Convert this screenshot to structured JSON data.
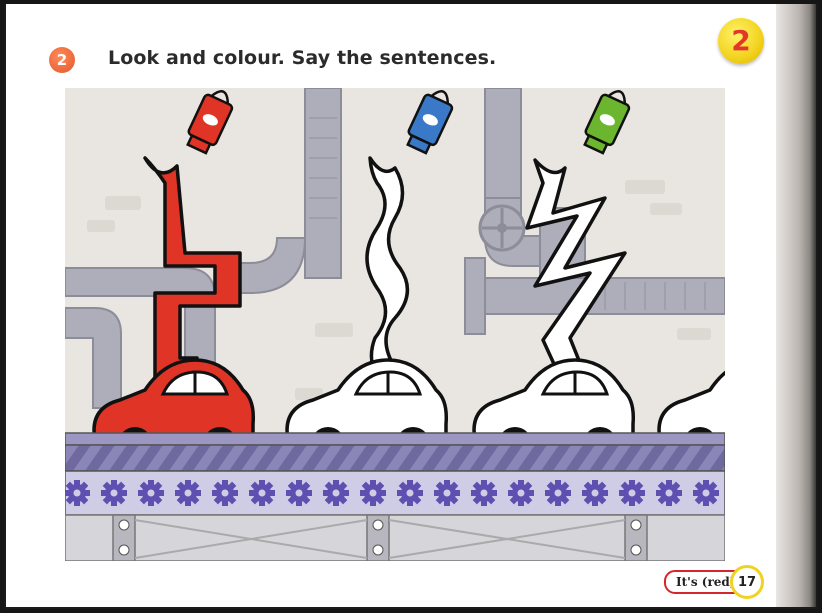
{
  "unit_badge": "2",
  "exercise": {
    "number": "2",
    "instruction": "Look and colour. Say the sentences."
  },
  "illustration": {
    "cars": [
      {
        "color": "#e03426",
        "tube_color": "#e03426",
        "paint": "red zigzag path",
        "colored": true
      },
      {
        "color": "#ffffff",
        "tube_color": "#3a78c8",
        "paint": "wavy path",
        "colored": false
      },
      {
        "color": "#ffffff",
        "tube_color": "#6cb52e",
        "paint": "lightning zigzag path",
        "colored": false
      },
      {
        "color": "#ffffff",
        "tube_color": "",
        "paint": "",
        "colored": false
      }
    ],
    "conveyor_color": "#6f6b9a",
    "gear_color": "#5e4fb0",
    "pipe_color": "#a9a8b5"
  },
  "footer": {
    "sentence": "It's (red).",
    "page_number": "17"
  }
}
